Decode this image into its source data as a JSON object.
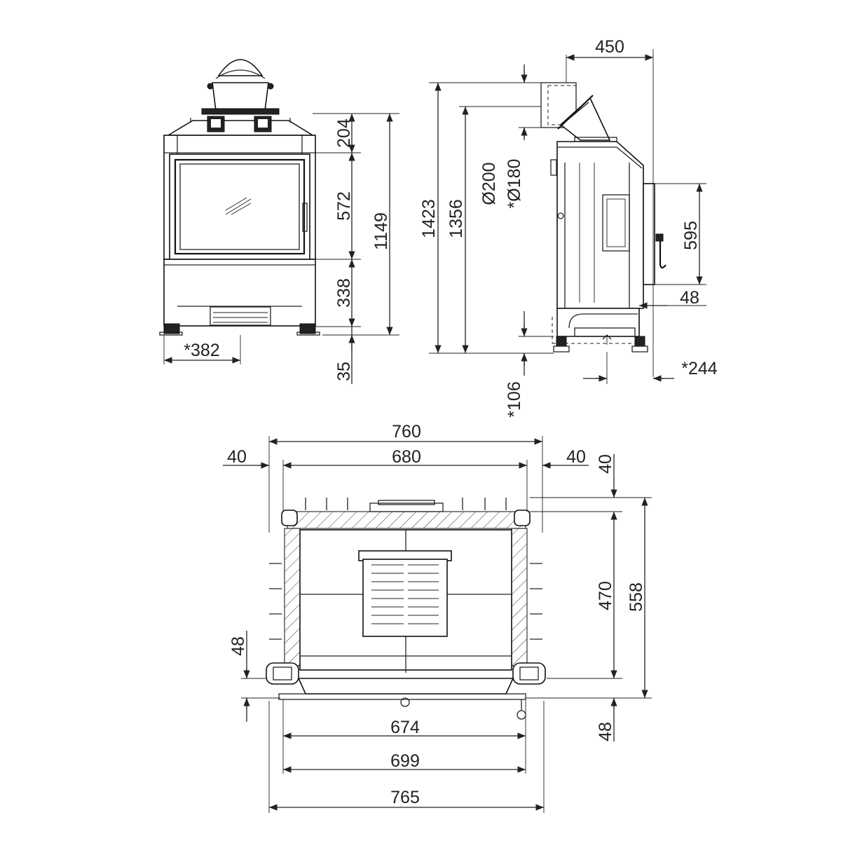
{
  "front_view": {
    "dims": {
      "top_section": "204",
      "window": "572",
      "lower_section": "338",
      "total_height": "1149",
      "feet": "35",
      "width_star": "*382"
    }
  },
  "side_view": {
    "dims": {
      "flue_offset": "450",
      "total_height": "1423",
      "flue_height": "1356",
      "flue_outer": "Ø200",
      "flue_inner": "*Ø180",
      "door_height": "595",
      "door_bottom": "48",
      "depth_star": "*244",
      "base_star": "*106"
    }
  },
  "plan_view": {
    "dims": {
      "outer_width": "760",
      "inner_width": "680",
      "left_margin": "40",
      "right_margin": "40",
      "top_margin": "40",
      "inner_depth": "470",
      "outer_depth": "558",
      "front_left": "48",
      "front_right": "48",
      "front_opening": "674",
      "front_frame": "699",
      "base_width": "765"
    }
  }
}
